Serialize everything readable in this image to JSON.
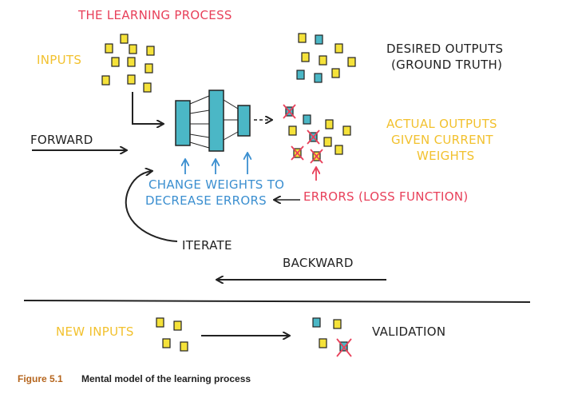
{
  "title": "THE LEARNING PROCESS",
  "labels": {
    "inputs": "INPUTS",
    "desired_line1": "DESIRED OUTPUTS",
    "desired_line2": "(GROUND TRUTH)",
    "forward": "FORWARD",
    "actual_line1": "ACTUAL OUTPUTS",
    "actual_line2": "GIVEN CURRENT",
    "actual_line3": "WEIGHTS",
    "change_line1": "CHANGE WEIGHTS TO",
    "change_line2": "DECREASE ERRORS",
    "errors": "ERRORS (LOSS FUNCTION)",
    "iterate": "ITERATE",
    "backward": "BACKWARD",
    "new_inputs": "NEW INPUTS",
    "validation": "VALIDATION"
  },
  "caption": {
    "number": "Figure 5.1",
    "text": "Mental model of the learning process"
  },
  "colors": {
    "title": "#e8405a",
    "inputs": "#f2c12e",
    "note_fill": "#f5e23a",
    "teal": "#4bb7c6",
    "blue_text": "#3b8fd0",
    "red": "#e8405a",
    "ink": "#222222",
    "caption": "#b5651d"
  }
}
